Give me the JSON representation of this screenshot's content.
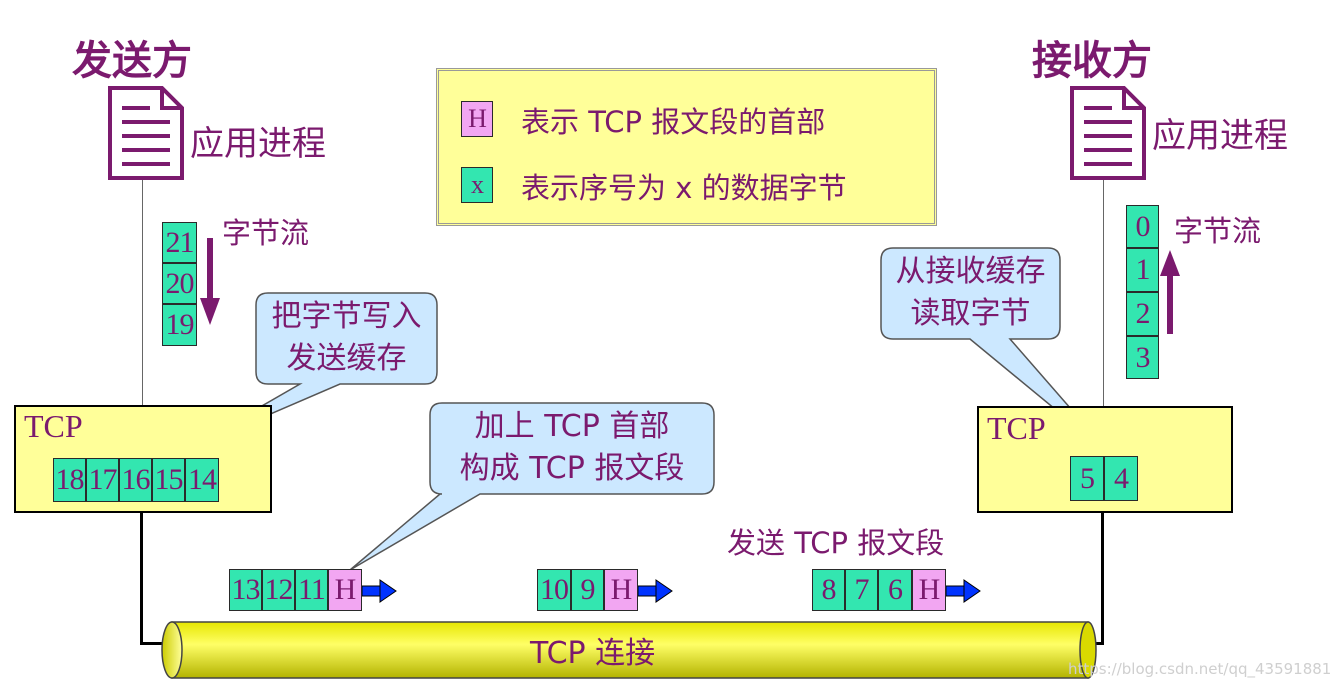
{
  "sender": {
    "title": "发送方",
    "process": "应用进程"
  },
  "receiver": {
    "title": "接收方",
    "process": "应用进程"
  },
  "legend": {
    "header_symbol": "H",
    "header_desc": "表示 TCP 报文段的首部",
    "byte_symbol": "x",
    "byte_desc": "表示序号为 x 的数据字节"
  },
  "sender_stream": {
    "label": "字节流",
    "bytes": [
      "21",
      "20",
      "19"
    ]
  },
  "receiver_stream": {
    "label": "字节流",
    "bytes": [
      "0",
      "1",
      "2",
      "3"
    ]
  },
  "callouts": {
    "write_line1": "把字节写入",
    "write_line2": "发送缓存",
    "read_line1": "从接收缓存",
    "read_line2": "读取字节",
    "header_line1": "加上 TCP 首部",
    "header_line2": "构成 TCP 报文段"
  },
  "sender_tcp": {
    "label": "TCP",
    "buffer": [
      "18",
      "17",
      "16",
      "15",
      "14"
    ]
  },
  "receiver_tcp": {
    "label": "TCP",
    "buffer": [
      "5",
      "4"
    ]
  },
  "send_label": "发送 TCP 报文段",
  "segments": [
    {
      "bytes": [
        "13",
        "12",
        "11"
      ],
      "header": "H"
    },
    {
      "bytes": [
        "10",
        "9"
      ],
      "header": "H"
    },
    {
      "bytes": [
        "8",
        "7",
        "6"
      ],
      "header": "H"
    }
  ],
  "connection_label": "TCP 连接",
  "watermark": "https://blog.csdn.net/qq_43591881",
  "colors": {
    "byte": "#33e6b0",
    "header": "#f2a6f2",
    "buffer": "#ffff99",
    "text": "#7b1a6e",
    "arrow": "#0033ff"
  }
}
